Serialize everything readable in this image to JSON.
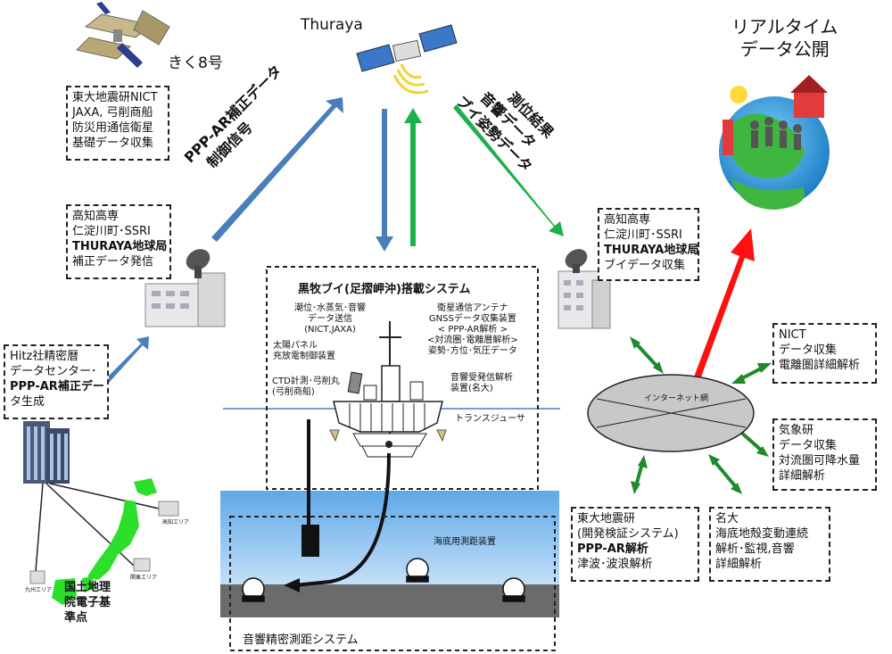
{
  "satellites": {
    "kiku8": "きく8号",
    "thuraya": "Thuraya"
  },
  "realtime": [
    "リアルタイム",
    "データ公開"
  ],
  "arrow_labels": {
    "ppp_ar": [
      "PPP-AR補正データ",
      "制御信号"
    ],
    "measure": [
      "測位結果",
      "音響データ",
      "ブイ姿勢データ"
    ]
  },
  "boxes": {
    "kiku_box": [
      "東大地震研NICT",
      "JAXA, 弓削商船",
      "防災用通信衛星",
      "基礎データ収集"
    ],
    "kochi_left": [
      "高知高専",
      "仁淀川町･SSRI",
      "THURAYA地球局",
      "補正データ発信"
    ],
    "kochi_right": [
      "高知高専",
      "仁淀川町･SSRI",
      "THURAYA地球局",
      "ブイデータ収集"
    ],
    "hitz": [
      "Hitz社精密暦",
      "データセンター･",
      "PPP-AR補正デー",
      "タ生成"
    ],
    "nict": [
      "NICT",
      "データ収集",
      "電離圏詳細解析"
    ],
    "kisho": [
      "気象研",
      "データ収集",
      "対流圏可降水量",
      "詳細解析"
    ],
    "todai": [
      "東大地震研",
      "(開発検証システム)",
      "PPP-AR解析",
      "津波･波浪解析"
    ],
    "meidai": [
      "名大",
      "海底地殻変動連続",
      "解析･監視,音響",
      "詳細解析"
    ]
  },
  "gsi": [
    "国土地理",
    "院電子基",
    "準点"
  ],
  "buoy": {
    "title": "黒牧ブイ(足摺岬沖)搭載システム",
    "met": [
      "潮位･水蒸気･音響",
      "データ送信",
      "(NICT,JAXA)"
    ],
    "solar": [
      "太陽パネル",
      "充放電制御装置"
    ],
    "antenna": [
      "衛星通信アンテナ",
      "GNSSデータ収集装置",
      "< PPP-AR解析 >",
      "<対流圏･電離層解析>",
      "姿勢･方位･気圧データ"
    ],
    "acoustic": [
      "音響受発信解析",
      "装置(名大)"
    ],
    "ctd": [
      "CTD計測･弓削丸",
      "(弓削商船)"
    ],
    "transducer": "トランスジューサ"
  },
  "seafloor": {
    "device": "海底用測距装置",
    "system": "音響精密測距システム"
  },
  "internet": "インターネット網",
  "map_labels": [
    "高知エリア",
    "関東エリア",
    "九州エリア"
  ],
  "colors": {
    "blue_arrow": "#4a7ebb",
    "green_arrow": "#1db04b",
    "red_arrow": "#ff1010",
    "dark_green": "#1e8a2a",
    "japan_green": "#2bdf2b",
    "sea_top": "#5fa8e8",
    "sea_bottom": "#dff0ff",
    "seafloor": "#6b6b6b"
  }
}
